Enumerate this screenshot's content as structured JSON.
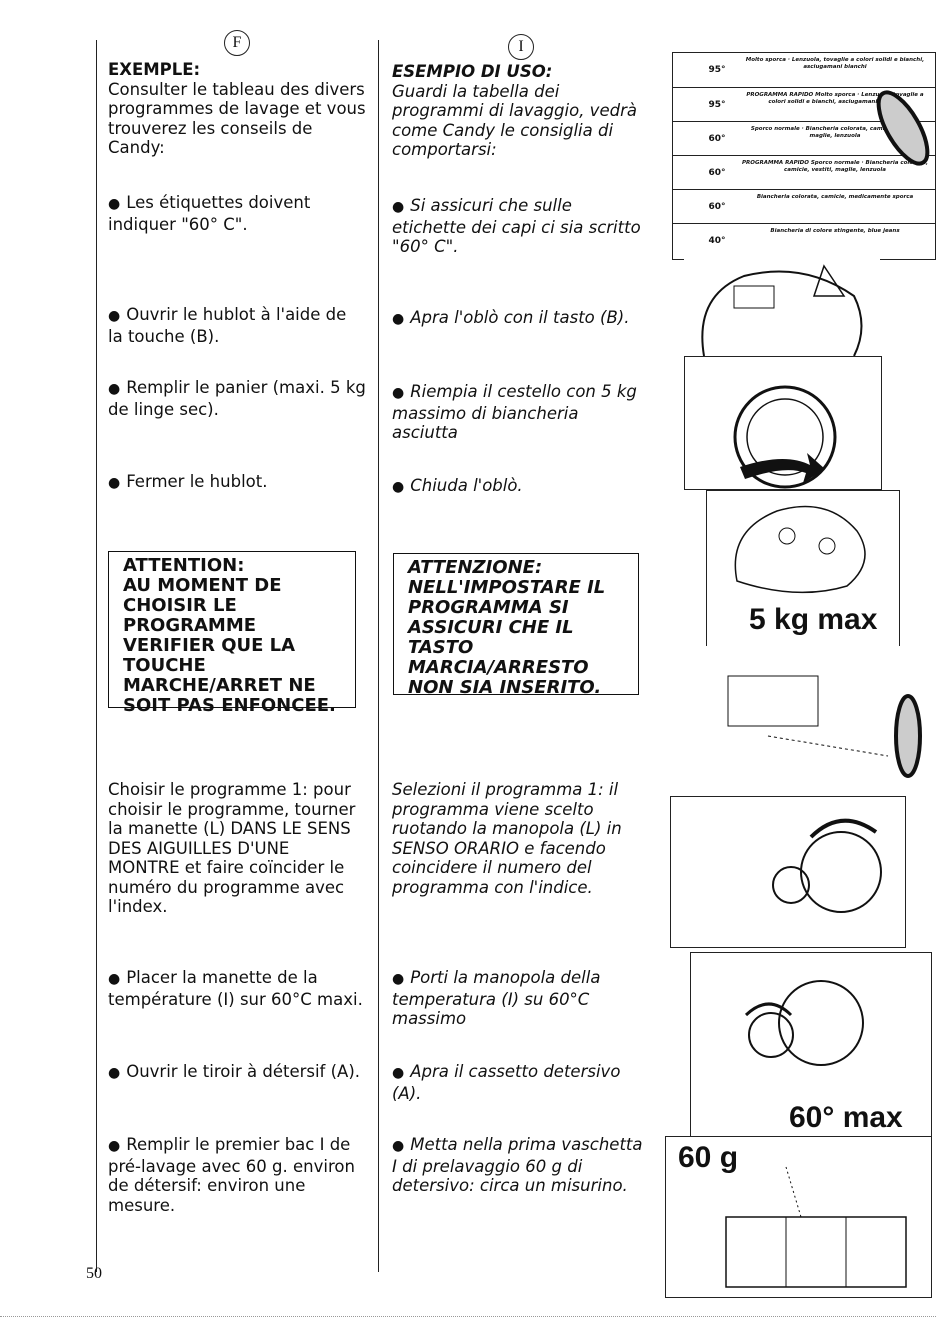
{
  "lang_badges": {
    "fr": "F",
    "it": "I"
  },
  "french": {
    "heading": "EXEMPLE:",
    "intro": "Consulter le tableau des divers programmes de lavage et vous trouverez les conseils de Candy:",
    "b1": "Les étiquettes doivent indiquer \"60° C\".",
    "b2": "Ouvrir le hublot à l'aide de la touche (B).",
    "b3": "Remplir le panier (maxi. 5 kg de linge sec).",
    "b4": "Fermer le hublot.",
    "warning": {
      "title": "ATTENTION:",
      "body": "AU MOMENT DE CHOISIR LE PROGRAMME VERIFIER QUE LA TOUCHE MARCHE/ARRET NE SOIT PAS ENFONCEE."
    },
    "select": "Choisir le programme 1: pour choisir le programme, tourner la manette (L) DANS LE SENS DES AIGUILLES D'UNE MONTRE et faire coïncider le numéro du programme avec l'index.",
    "b5": "Placer la manette de la température (I) sur 60°C maxi.",
    "b6": "Ouvrir le tiroir à détersif (A).",
    "b7": "Remplir le premier bac I de pré-lavage avec 60 g. environ de détersif: environ une mesure."
  },
  "italian": {
    "heading": "ESEMPIO DI USO:",
    "intro": "Guardi la tabella dei programmi di lavaggio, vedrà come Candy le consiglia di comportarsi:",
    "b1": "Si assicuri che sulle etichette dei capi ci sia scritto \"60° C\".",
    "b2": "Apra l'oblò con il tasto (B).",
    "b3": "Riempia il cestello con 5 kg massimo di biancheria asciutta",
    "b4": "Chiuda l'oblò.",
    "warning": {
      "title": "ATTENZIONE:",
      "body": "NELL'IMPOSTARE IL PROGRAMMA SI ASSICURI CHE IL TASTO MARCIA/ARRESTO NON SIA INSERITO."
    },
    "select": "Selezioni il programma 1: il programma viene scelto ruotando la manopola (L) in SENSO ORARIO e facendo coincidere il numero del programma con l'indice.",
    "b5": "Porti la manopola della temperatura (I) su 60°C massimo",
    "b6": "Apra il cassetto detersivo (A).",
    "b7": "Metta nella prima vaschetta I di prelavaggio 60 g di detersivo: circa un misurino."
  },
  "table": {
    "rows": [
      {
        "temp": "95°",
        "text": "Molto sporca · Lenzuola, tovaglie a colori solidi e bianchi, asciugamani bianchi"
      },
      {
        "temp": "95°",
        "text": "PROGRAMMA RAPIDO Molto sporca · Lenzuola, tovaglie a colori solidi e bianchi, asciugamani bianchi"
      },
      {
        "temp": "60°",
        "text": "Sporco normale · Biancheria colorata, camicie, vestiti, maglie, lenzuola"
      },
      {
        "temp": "60°",
        "text": "PROGRAMMA RAPIDO Sporco normale · Biancheria colorata, camicie, vestiti, maglie, lenzuola"
      },
      {
        "temp": "60°",
        "text": "Biancheria colorata, camicie, medicamente sporca"
      },
      {
        "temp": "40°",
        "text": "Biancheria di colore stingente, blue jeans"
      }
    ]
  },
  "captions": {
    "kg": "5 kg max",
    "temp": "60° max",
    "grams": "60 g"
  },
  "page_number": "50"
}
